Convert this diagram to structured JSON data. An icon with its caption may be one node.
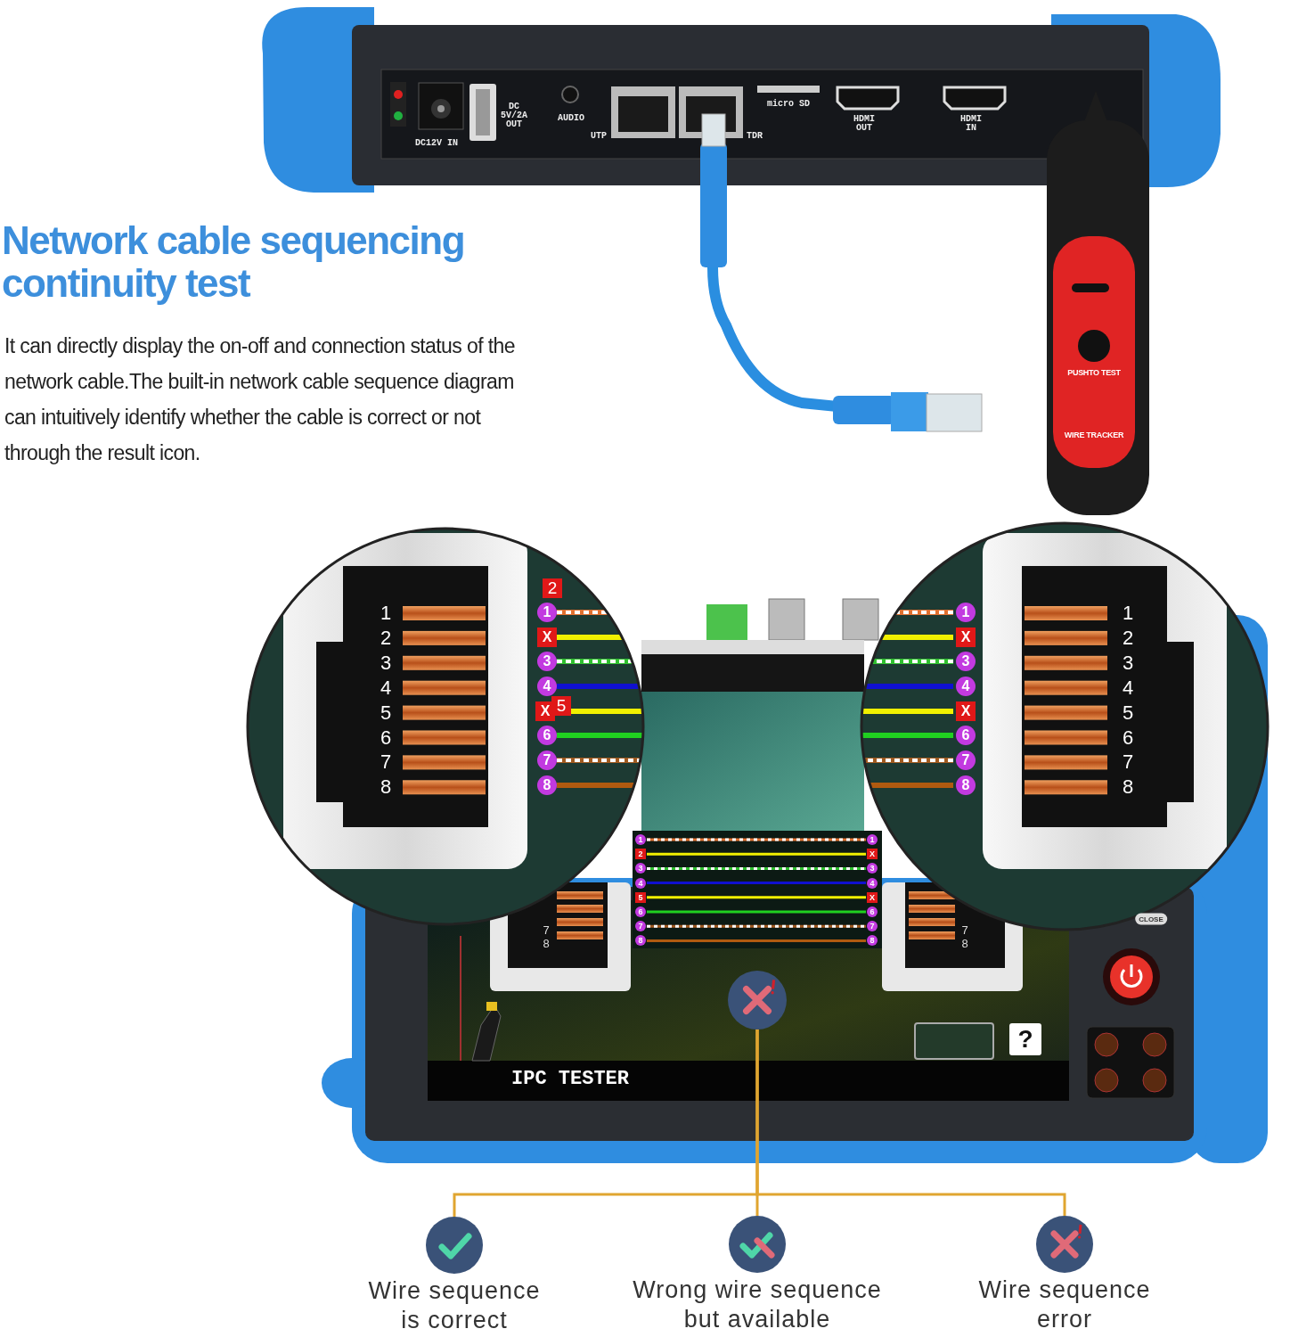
{
  "diagram": {
    "title": "Network cable sequencing continuity test",
    "nodes": [
      {
        "text": [],
        "shape": "circle"
      },
      {
        "text": [],
        "shape": "circle",
        "beside": [
          "Wire sequence is correct"
        ]
      },
      {
        "text": [],
        "shape": "circle",
        "beside": [
          "Wrong wire sequence but available"
        ]
      },
      {
        "text": [],
        "shape": "circle",
        "beside": [
          "Wire sequence error"
        ]
      }
    ],
    "edges": [
      {
        "from": 0,
        "to": 1,
        "arrow": "none"
      },
      {
        "from": 0,
        "to": 2,
        "arrow": "none"
      },
      {
        "from": 0,
        "to": 3,
        "arrow": "none"
      }
    ],
    "labels": [
      "DC 5V/2A OUT",
      "DC12V IN",
      "AUDIO",
      "UTP",
      "TDR",
      "micro SD",
      "HDMI OUT",
      "HDMI IN",
      "PUSHTO TEST",
      "WIRE TRACKER",
      "It can directly display the on-off and connection status of the network cable.The built-in network cable sequence diagram can intuitively identify whether the cable is correct or not through the result icon.",
      "1",
      "2",
      "3",
      "4",
      "5",
      "6",
      "7",
      "8",
      "2",
      "1",
      "X",
      "3",
      "4",
      "X",
      "5",
      "6",
      "7",
      "8",
      "1",
      "X",
      "3",
      "4",
      "X",
      "6",
      "7",
      "8",
      "1",
      "2",
      "3",
      "4",
      "5",
      "6",
      "7",
      "8",
      "1",
      "2",
      "3",
      "4",
      "5",
      "6",
      "7",
      "8",
      "1",
      "X",
      "3",
      "4",
      "X",
      "6",
      "7",
      "8",
      "7",
      "8",
      "7",
      "8",
      "CLOSE",
      "?",
      "IPC TESTER"
    ]
  }
}
